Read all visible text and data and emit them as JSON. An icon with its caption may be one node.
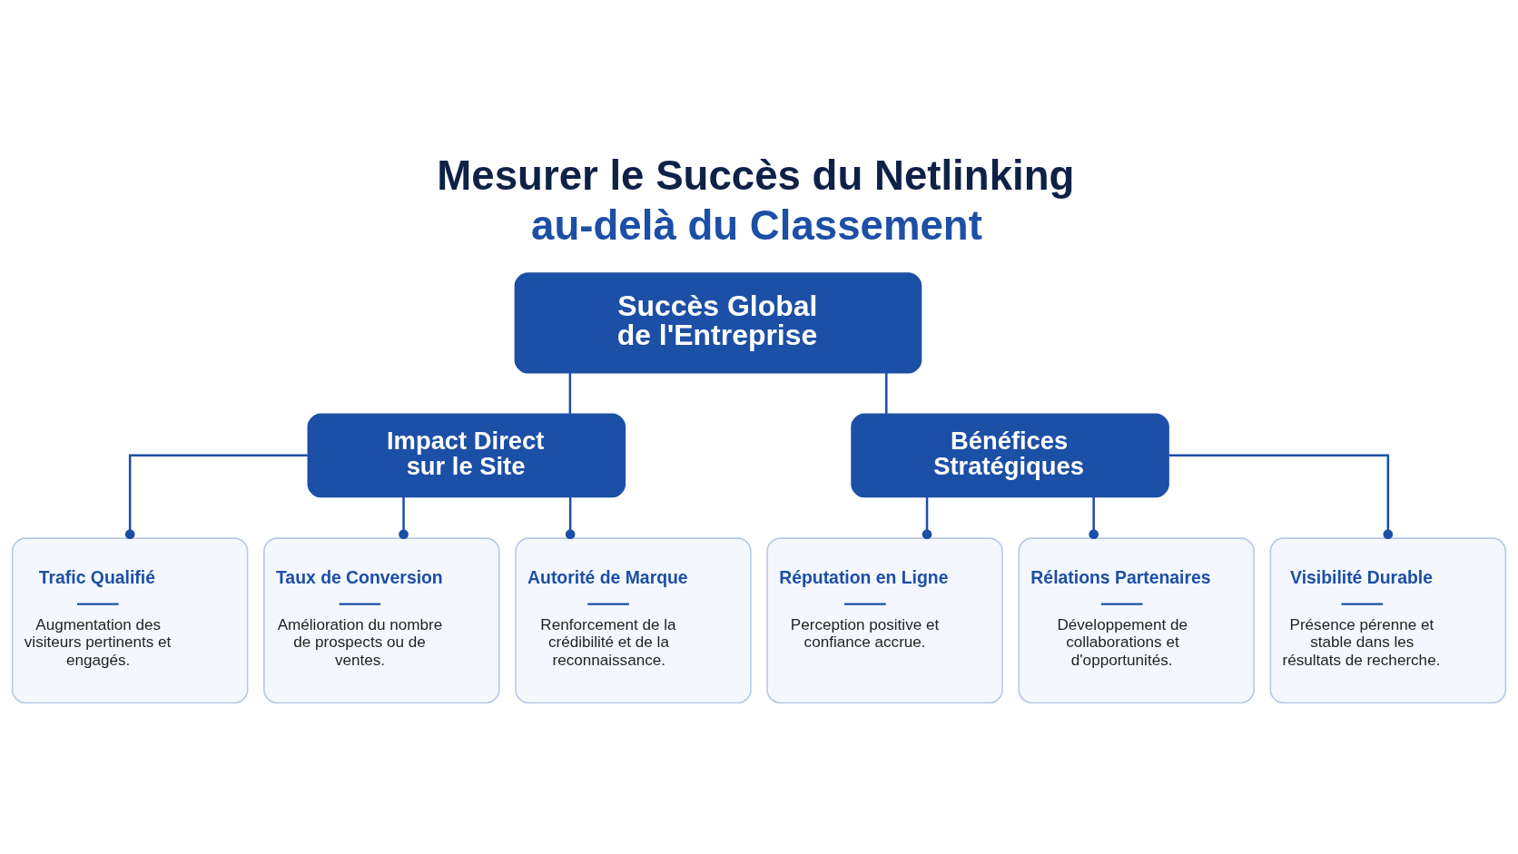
{
  "diagram": {
    "title": "Mesurer le Succès du Netlinking au-delà du Classement",
    "nodes": [
      {
        "text": [
          "Succès Global de l'Entreprise"
        ]
      },
      {
        "text": [
          "Impact Direct sur le Site"
        ]
      },
      {
        "text": [
          "Bénéfices Stratégiques"
        ]
      },
      {
        "text": [
          "Trafic Qualifié",
          "Augmentation des visiteurs pertinents et engagés."
        ]
      },
      {
        "text": [
          "Taux de Conversion",
          "Amélioration du nombre de prospects ou de ventes."
        ]
      },
      {
        "text": [
          "Autorité de Marque",
          "Renforcement de la crédibilité et de la reconnaissance."
        ]
      },
      {
        "text": [
          "Réputation en Ligne",
          "Perception positive et confiance accrue."
        ]
      },
      {
        "text": [
          "Rélations Partenaires",
          "Développement de collaborations et d'opportunités."
        ]
      },
      {
        "text": [
          "Visibilité Durable",
          "Présence pérenne et stable dans les résultats de recherche."
        ]
      }
    ],
    "edges": [
      {
        "from": 0,
        "to": 1,
        "arrow": "none"
      },
      {
        "from": 0,
        "to": 2,
        "arrow": "none"
      },
      {
        "from": 1,
        "to": 3,
        "arrow": "other"
      },
      {
        "from": 1,
        "to": 4,
        "arrow": "other"
      },
      {
        "from": 1,
        "to": 5,
        "arrow": "other"
      },
      {
        "from": 2,
        "to": 6,
        "arrow": "other"
      },
      {
        "from": 2,
        "to": 7,
        "arrow": "other"
      },
      {
        "from": 2,
        "to": 8,
        "arrow": "other"
      }
    ]
  }
}
